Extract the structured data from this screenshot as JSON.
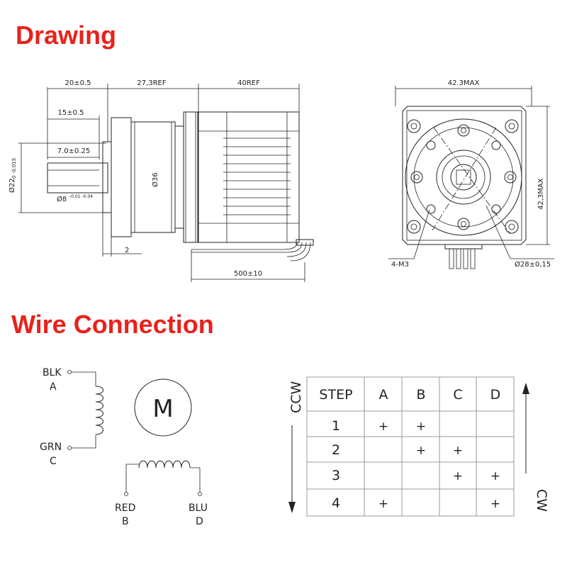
{
  "sections": {
    "drawing_title": "Drawing",
    "wire_title": "Wire Connection"
  },
  "side_view": {
    "dim_shaft_length": "20±0.5",
    "dim_gearbox": "27,3REF",
    "dim_motor": "40REF",
    "dim_flat_length": "15±0.5",
    "dim_flat_depth": "7.0±0.25",
    "dim_shaft_dia": "Ø22",
    "dim_shaft_dia_tol": "0 -0.015",
    "dim_gearbox_dia": "Ø36",
    "dim_shaft_small": "Ø8",
    "dim_shaft_small_tol": "-0.01 -0.04",
    "dim_flange": "2",
    "dim_lead": "500±10"
  },
  "front_view": {
    "dim_width": "42.3MAX",
    "dim_height": "42,3MAX",
    "dim_holes": "4-M3",
    "dim_boss": "Ø28±0,15"
  },
  "wiring": {
    "blk": "BLK",
    "a": "A",
    "grn": "GRN",
    "c": "C",
    "red": "RED",
    "b": "B",
    "blu": "BLU",
    "d": "D",
    "motor_symbol": "M"
  },
  "sequence": {
    "ccw": "CCW",
    "cw": "CW",
    "headers": [
      "STEP",
      "A",
      "B",
      "C",
      "D"
    ],
    "rows": [
      [
        "1",
        "+",
        "+",
        "",
        ""
      ],
      [
        "2",
        "",
        "+",
        "+",
        ""
      ],
      [
        "3",
        "",
        "",
        "+",
        "+"
      ],
      [
        "4",
        "+",
        "",
        "",
        "+"
      ]
    ]
  }
}
